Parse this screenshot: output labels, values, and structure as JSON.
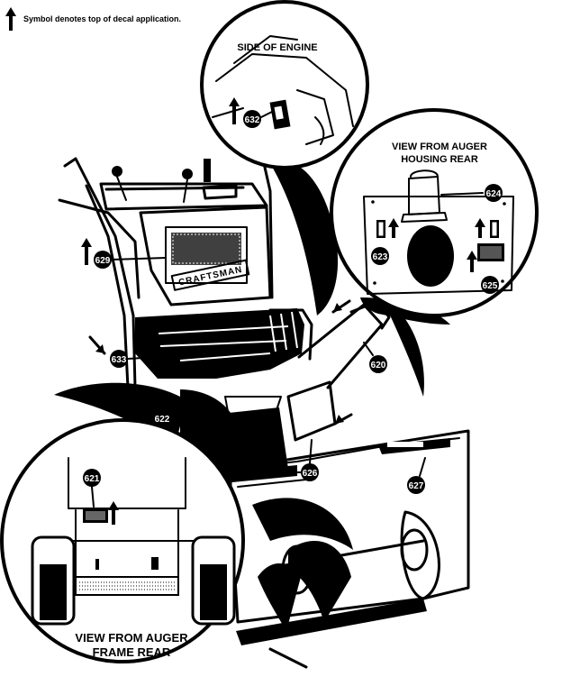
{
  "legend": {
    "text": "Symbol denotes top of decal application.",
    "icon": "up-arrow-icon"
  },
  "views": {
    "engine": {
      "title": "SIDE OF ENGINE"
    },
    "auger_housing": {
      "title_line1": "VIEW FROM AUGER",
      "title_line2": "HOUSING REAR"
    },
    "auger_frame": {
      "title_line1": "VIEW FROM AUGER",
      "title_line2": "FRAME REAR"
    }
  },
  "brand": "CRAFTSMAN",
  "ref_numbers": {
    "n620": "620",
    "n621": "621",
    "n622": "622",
    "n623": "623",
    "n624": "624",
    "n625": "625",
    "n626": "626",
    "n627": "627",
    "n629": "629",
    "n632": "632",
    "n633": "633"
  },
  "colors": {
    "ink": "#000000",
    "paper": "#ffffff"
  }
}
